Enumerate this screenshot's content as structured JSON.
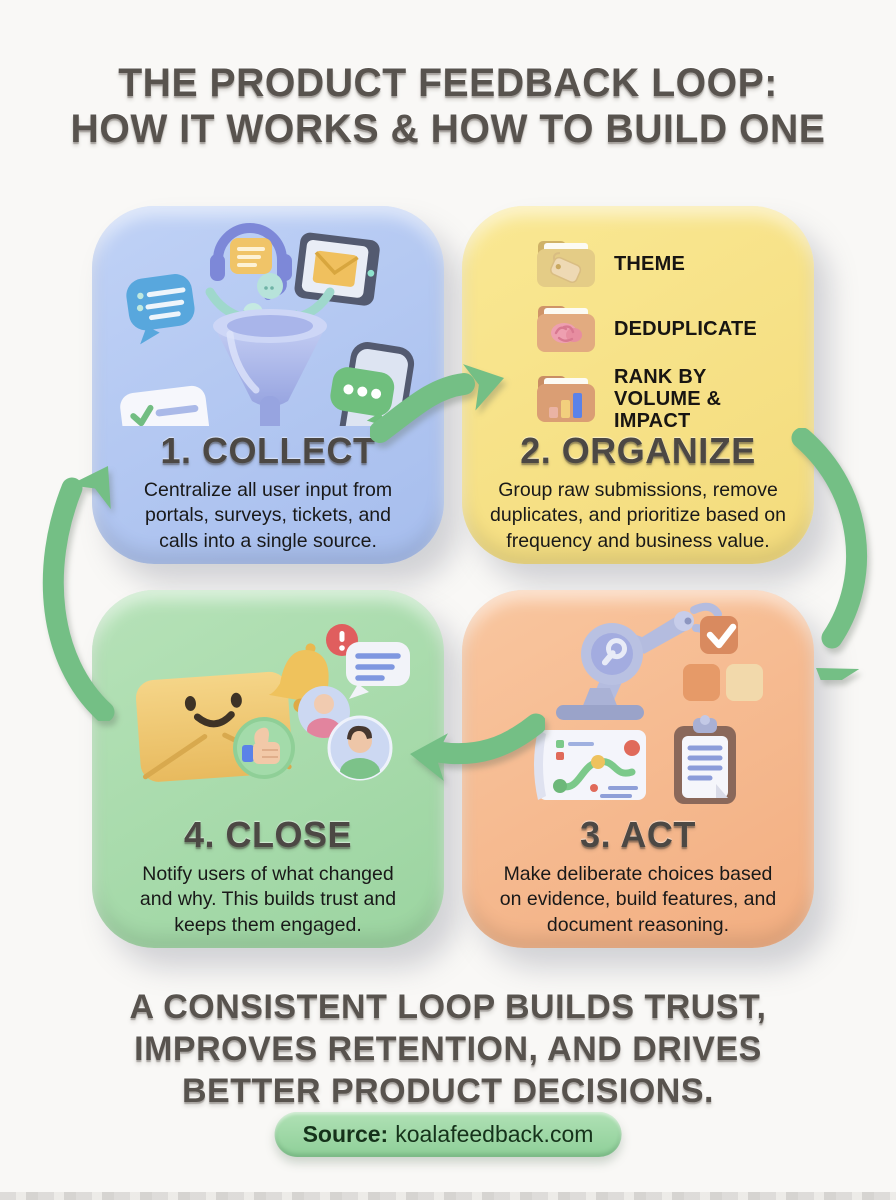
{
  "header": {
    "lines": [
      "THE PRODUCT FEEDBACK LOOP:",
      "HOW IT WORKS & HOW TO BUILD ONE"
    ]
  },
  "cards": {
    "collect": {
      "title": "1. COLLECT",
      "desc_lines": [
        "Centralize all user input from",
        "portals, surveys, tickets, and",
        "calls into a single source."
      ],
      "bg_color": "#aec3ef",
      "icons": [
        "speech-bubble-icon",
        "headset-icon",
        "tablet-email-icon",
        "funnel-icon",
        "checklist-icon",
        "phone-chat-icon"
      ]
    },
    "organize": {
      "title": "2. ORGANIZE",
      "desc_lines": [
        "Group raw submissions, remove",
        "duplicates, and prioritize based on",
        "frequency and business value."
      ],
      "bg_color": "#f7e289",
      "items": [
        {
          "icon": "tag-folder-icon",
          "label": "THEME"
        },
        {
          "icon": "brain-folder-icon",
          "label": "DEDUPLICATE"
        },
        {
          "icon": "chart-folder-icon",
          "label": "RANK BY VOLUME & IMPACT"
        }
      ]
    },
    "act": {
      "title": "3. ACT",
      "desc_lines": [
        "Make deliberate choices based",
        "on evidence, build features, and",
        "document reasoning."
      ],
      "bg_color": "#f6ba90",
      "icons": [
        "robot-arm-icon",
        "blocks-check-icon",
        "roadmap-icon",
        "clipboard-icon"
      ]
    },
    "close": {
      "title": "4. CLOSE",
      "desc_lines": [
        "Notify users of what changed",
        "and why. This builds trust and",
        "keeps them engaged."
      ],
      "bg_color": "#a9dcad",
      "icons": [
        "smiley-envelope-icon",
        "notification-bell-icon",
        "chat-bubble-icon",
        "user-avatar-icons",
        "thumbs-up-icon"
      ]
    }
  },
  "loop_order": [
    "collect",
    "organize",
    "act",
    "close"
  ],
  "arrow_color": "#74bf85",
  "summary": {
    "lines": [
      "A CONSISTENT LOOP BUILDS TRUST,",
      "IMPROVES RETENTION, AND DRIVES",
      "BETTER PRODUCT DECISIONS."
    ]
  },
  "source": {
    "label": "Source:",
    "value": "koalafeedback.com"
  }
}
